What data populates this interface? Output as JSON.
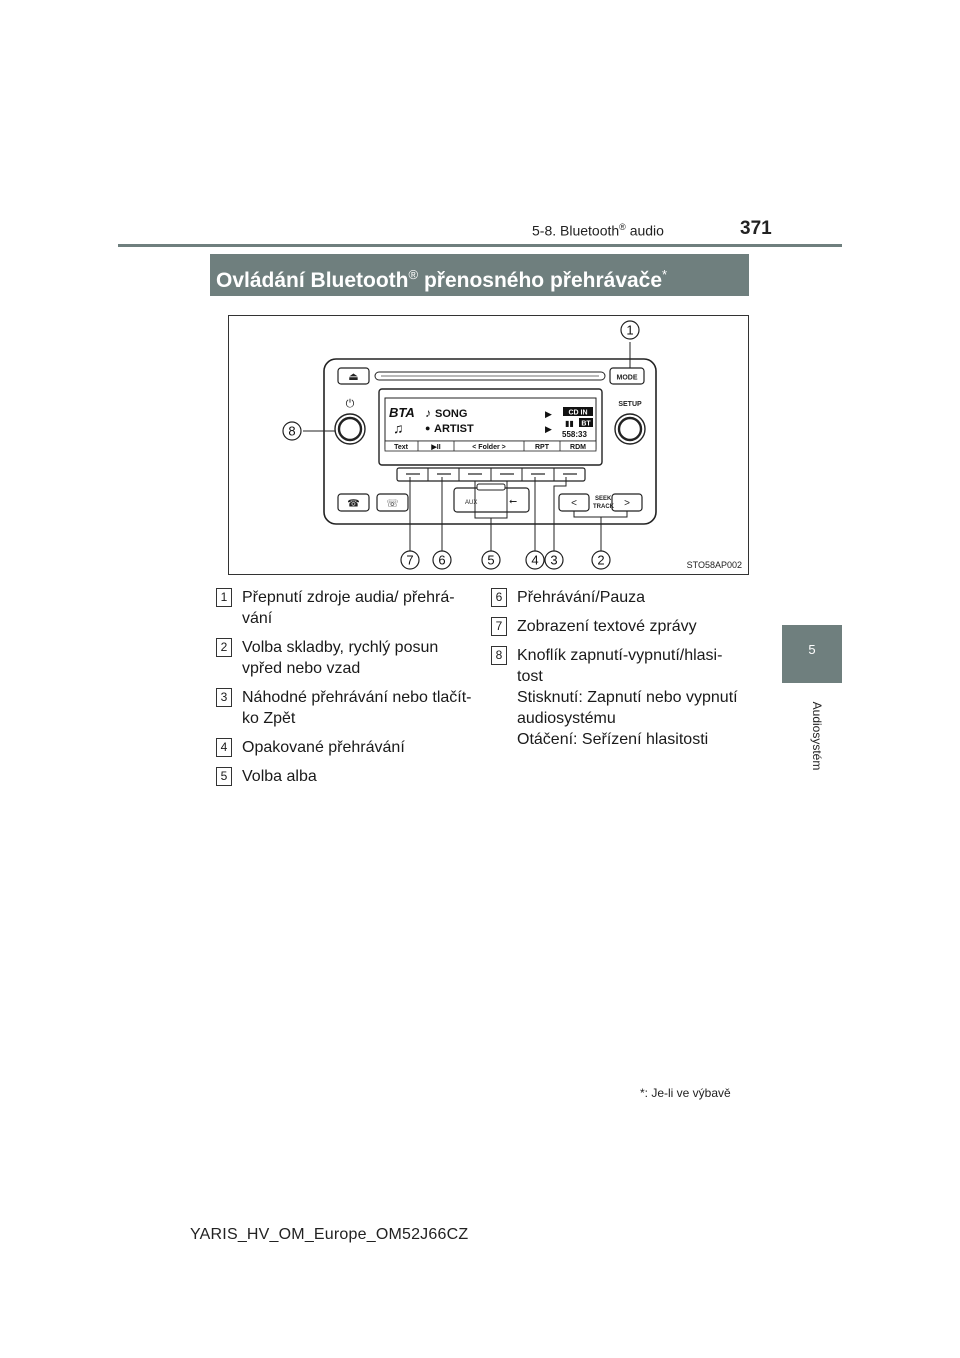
{
  "header": {
    "section_prefix": "5-8. Bluetooth",
    "section_reg": "®",
    "section_suffix": " audio",
    "page_number": "371"
  },
  "side_tab": {
    "number": "5",
    "label": "Audiosystém"
  },
  "banner": {
    "title_prefix": "Ovládání Bluetooth",
    "title_reg": "®",
    "title_suffix": " přenosného přehrávače",
    "title_mark": "*"
  },
  "figure": {
    "code": "STO58AP002",
    "callouts": [
      "1",
      "2",
      "3",
      "4",
      "5",
      "6",
      "7",
      "8"
    ],
    "labels": {
      "mode": "MODE",
      "setup": "SETUP",
      "seek": "SEEK",
      "track": "TRACK",
      "aux": "AUX"
    },
    "display": {
      "source": "BTA",
      "song": "SONG",
      "artist": "ARTIST",
      "badge_top": "CD IN",
      "badge_bt": "BT",
      "time": "558:33",
      "softkeys": [
        "Text",
        "▶II",
        "< Folder >",
        "RPT",
        "RDM"
      ]
    }
  },
  "items_left": [
    {
      "num": "1",
      "lines": [
        "Přepnutí zdroje audia/ přehrá-",
        "vání"
      ]
    },
    {
      "num": "2",
      "lines": [
        "Volba skladby, rychlý posun",
        "vpřed nebo vzad"
      ]
    },
    {
      "num": "3",
      "lines": [
        "Náhodné přehrávání nebo tlačít-",
        "ko Zpět"
      ]
    },
    {
      "num": "4",
      "lines": [
        "Opakované přehrávání"
      ]
    },
    {
      "num": "5",
      "lines": [
        "Volba alba"
      ]
    }
  ],
  "items_right": [
    {
      "num": "6",
      "lines": [
        "Přehrávání/Pauza"
      ]
    },
    {
      "num": "7",
      "lines": [
        "Zobrazení textové zprávy"
      ]
    },
    {
      "num": "8",
      "lines": [
        "Knoflík zapnutí-vypnutí/hlasi-",
        "tost",
        "Stisknutí: Zapnutí nebo vypnutí",
        "audiosystému",
        "Otáčení: Seřízení hlasitosti"
      ]
    }
  ],
  "footnote": {
    "mark": "*",
    "text": ": Je-li ve výbavě"
  },
  "footer": {
    "code": "YARIS_HV_OM_Europe_OM52J66CZ"
  }
}
